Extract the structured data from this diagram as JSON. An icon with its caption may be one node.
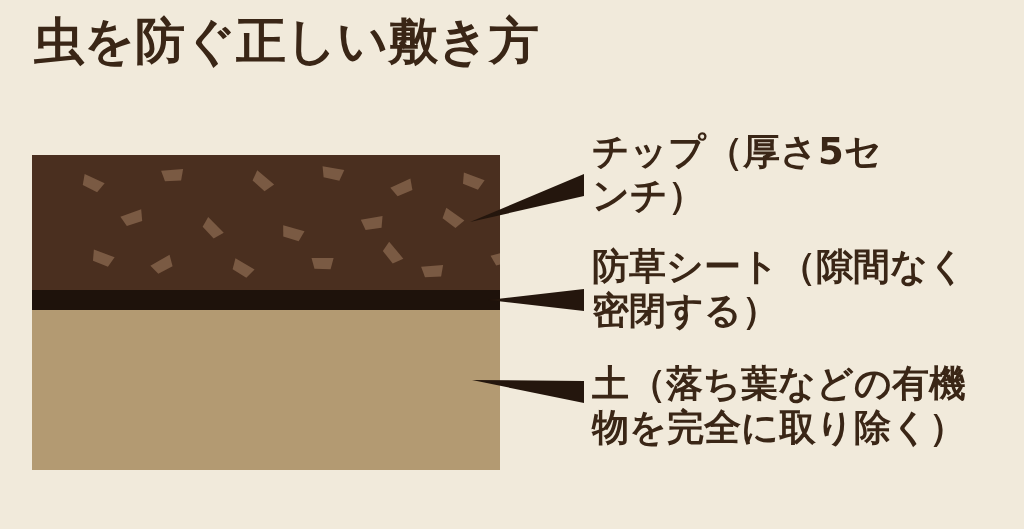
{
  "diagram": {
    "title": "虫を防ぐ正しい敷き方",
    "nodes": [
      {
        "text": [],
        "shape": "bar"
      },
      {
        "text": [],
        "shape": "bar"
      },
      {
        "text": [],
        "shape": "bar"
      },
      {
        "text": [
          "チップ（厚さ5センチ）"
        ]
      },
      {
        "text": [
          "防草シート（隙間なく密閉する）"
        ]
      },
      {
        "text": [
          "土（落ち葉などの有機物を完全に取り除く）"
        ]
      }
    ],
    "edges": [
      {
        "from": 3,
        "to": 0,
        "arrow": "none"
      },
      {
        "from": 4,
        "to": 1,
        "arrow": "none"
      },
      {
        "from": 5,
        "to": 2,
        "arrow": "none"
      }
    ]
  }
}
